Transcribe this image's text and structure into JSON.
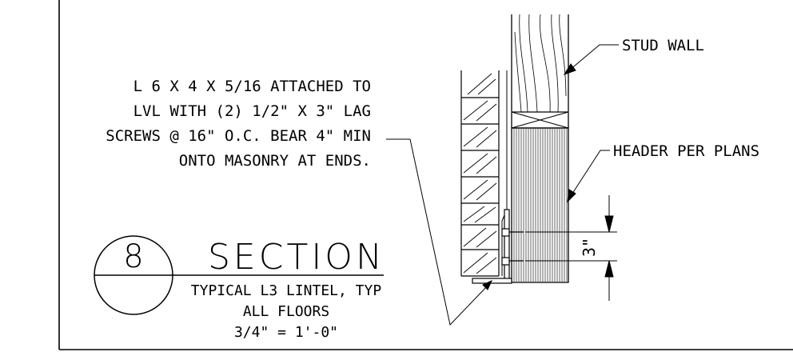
{
  "notes": {
    "angle_note": [
      "L 6 X 4 X 5/16 ATTACHED TO",
      "LVL WITH (2) 1/2\" X 3\" LAG",
      "SCREWS @ 16\" O.C. BEAR 4\" MIN",
      "ONTO MASONRY AT ENDS."
    ],
    "stud_wall": "STUD WALL",
    "header": "HEADER PER PLANS",
    "dimension": "3\""
  },
  "title_block": {
    "number": "8",
    "heading": "SECTION",
    "subtitle_lines": [
      "TYPICAL L3 LINTEL, TYP",
      "ALL FLOORS",
      "3/4\" = 1'-0\""
    ]
  },
  "colors": {
    "line": "#000000",
    "background": "#ffffff"
  }
}
